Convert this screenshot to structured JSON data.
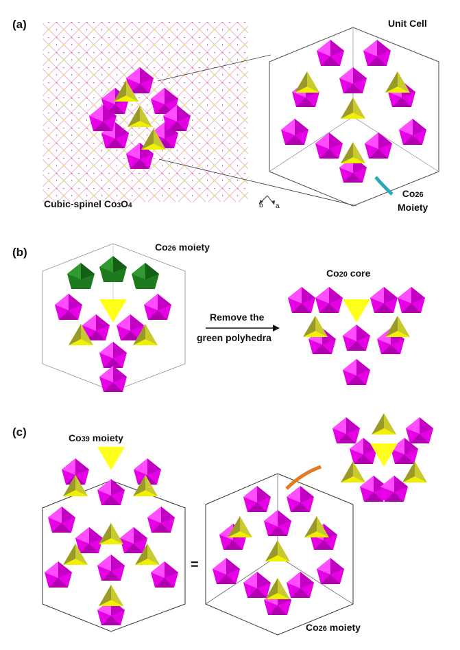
{
  "colors": {
    "octahedra": "#e600e6",
    "tetrahedra": "#f2f200",
    "removed_polyhedra": "#1e7a1e",
    "cell_edges": "#555555",
    "arrow_teal": "#2aa7b8",
    "arrow_orange": "#e07b20",
    "lattice_co": "#d86fb0",
    "lattice_o": "#e8e870"
  },
  "panel_a": {
    "letter": "(a)",
    "left_caption_prefix": "Cubic-spinel Co",
    "left_caption_sub1": "3",
    "left_caption_mid": "O",
    "left_caption_sub2": "4",
    "axis_b": "b",
    "axis_a": "a",
    "unit_cell_title": "Unit Cell",
    "moiety_prefix": "Co",
    "moiety_sub": "26",
    "moiety_word": "Moiety"
  },
  "panel_b": {
    "letter": "(b)",
    "left_title_prefix": "Co",
    "left_title_sub": "26",
    "left_title_suffix": " moiety",
    "arrow_line1": "Remove the",
    "arrow_line2": "green polyhedra",
    "right_title_prefix": "Co",
    "right_title_sub": "20",
    "right_title_suffix": " core"
  },
  "panel_c": {
    "letter": "(c)",
    "left_title_prefix": "Co",
    "left_title_sub": "39",
    "left_title_suffix": " moiety",
    "equals": "=",
    "bottom_prefix": "Co",
    "bottom_sub": "26",
    "bottom_suffix": " moiety"
  }
}
